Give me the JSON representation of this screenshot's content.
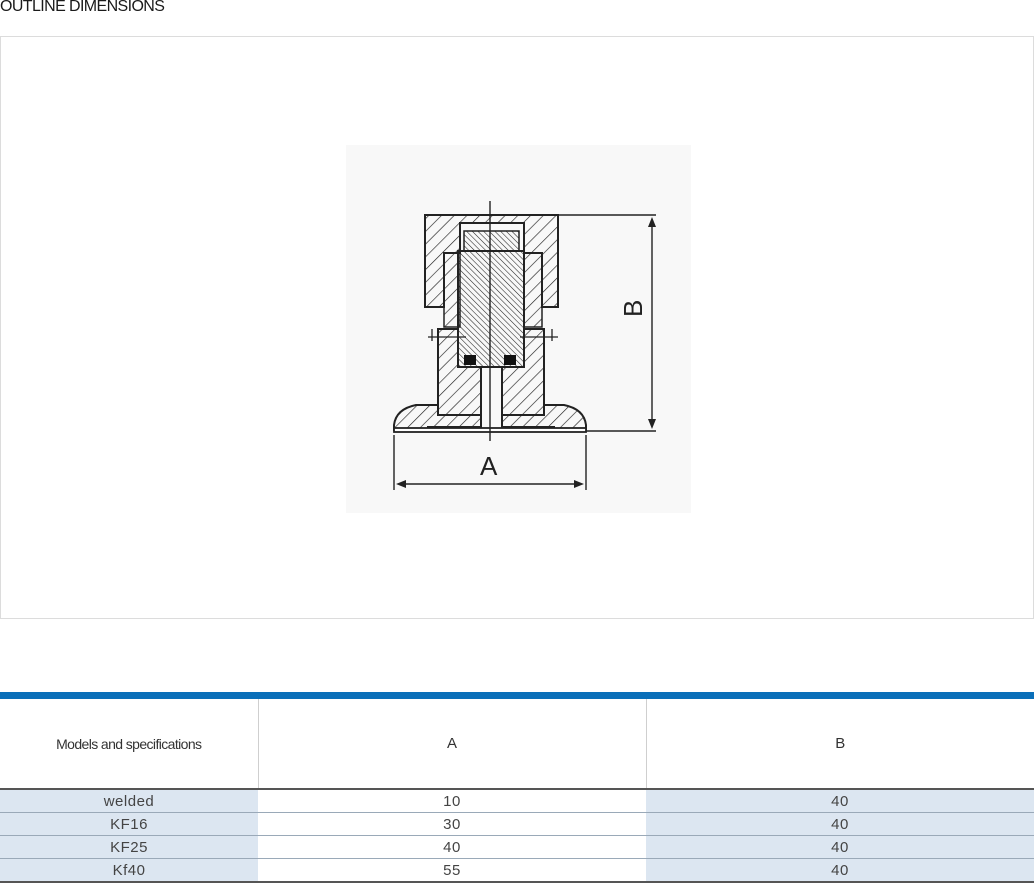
{
  "page": {
    "section_title": "OUTLINE DIMENSIONS"
  },
  "drawing": {
    "label_a": "A",
    "label_b": "B"
  },
  "table": {
    "columns": [
      "Models and specifications",
      "A",
      "B"
    ],
    "rows": [
      {
        "model": "welded",
        "a": "10",
        "b": "40"
      },
      {
        "model": "KF16",
        "a": "30",
        "b": "40"
      },
      {
        "model": "KF25",
        "a": "40",
        "b": "40"
      },
      {
        "model": "Kf40",
        "a": "55",
        "b": "40"
      }
    ]
  },
  "colors": {
    "accent_bar": "#0a6fb9",
    "row_shade": "#dce6f1"
  }
}
